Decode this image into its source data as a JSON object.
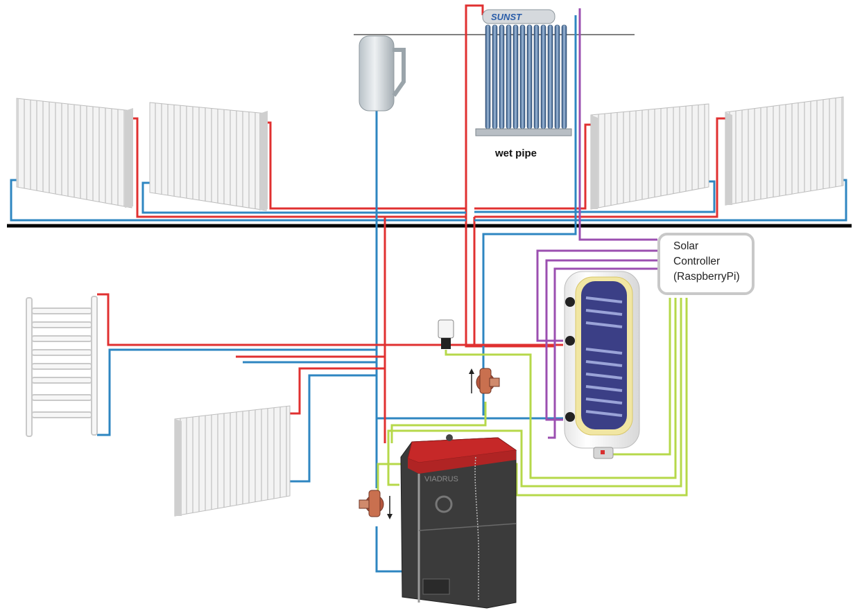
{
  "collector": {
    "brand": "SUNST",
    "label": "wet pipe"
  },
  "controller": {
    "line1": "Solar",
    "line2": "Controller",
    "line3": "(RaspberryPi)"
  },
  "boiler": {
    "brand": "VIADRUS"
  },
  "colors": {
    "hot_pipe": "#e03030",
    "cold_pipe": "#2e86c1",
    "sensor_wire": "#9b4fb0",
    "control_wire": "#b6d84a",
    "floor_line": "#000000",
    "boiler_top": "#c62828",
    "boiler_body": "#3b3b3b"
  },
  "icons": [
    "radiator-icon",
    "towel-rail-icon",
    "expansion-tank-icon",
    "solar-collector-icon",
    "boiler-icon",
    "hot-water-cylinder-icon",
    "circulation-pump-icon",
    "thermostatic-valve-icon"
  ]
}
